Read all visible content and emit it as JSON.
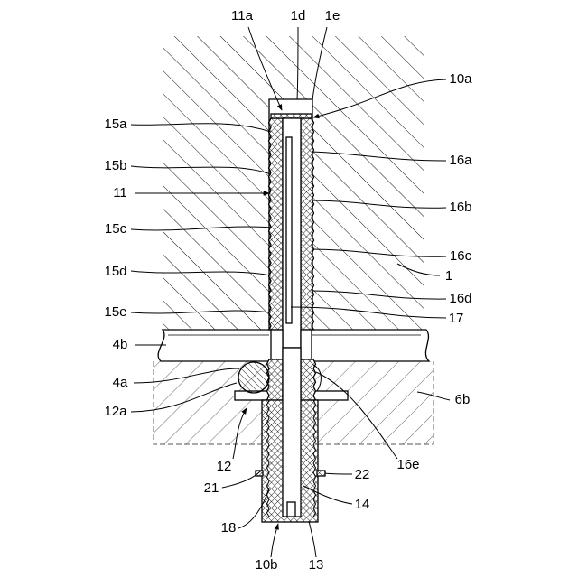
{
  "figure": {
    "labels": {
      "l11a": "11a",
      "l1d": "1d",
      "l1e": "1e",
      "l10a": "10a",
      "l15a": "15a",
      "l16a": "16a",
      "l15b": "15b",
      "l11": "11",
      "l16b": "16b",
      "l15c": "15c",
      "l16c": "16c",
      "l1": "1",
      "l15d": "15d",
      "l16d": "16d",
      "l15e": "15e",
      "l17": "17",
      "l4b": "4b",
      "l4a": "4a",
      "l6b": "6b",
      "l12a": "12a",
      "l12": "12",
      "l16e": "16e",
      "l21": "21",
      "l22": "22",
      "l14": "14",
      "l18": "18",
      "l10b": "10b",
      "l13": "13"
    },
    "colors": {
      "line": "#000000",
      "background": "#ffffff"
    }
  }
}
